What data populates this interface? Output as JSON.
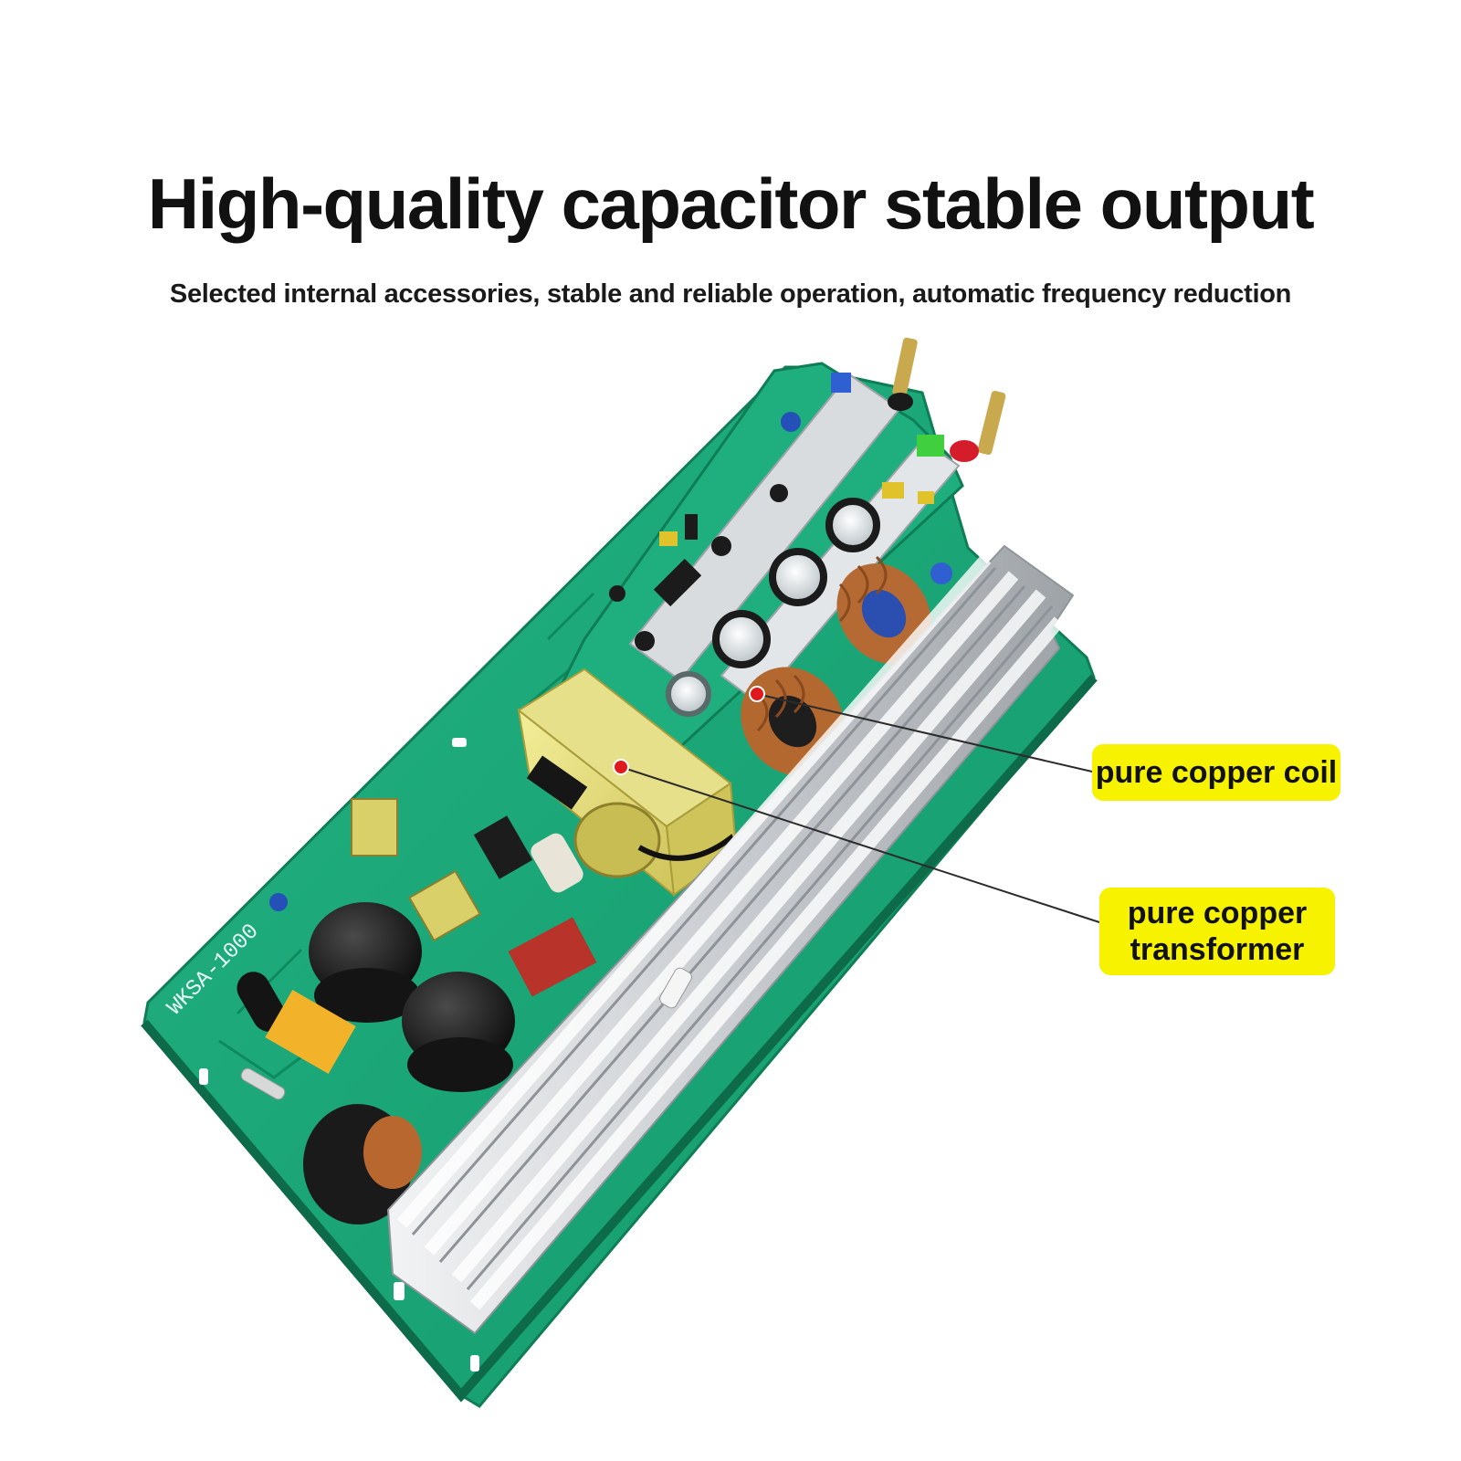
{
  "header": {
    "title": "High-quality capacitor stable output",
    "subtitle": "Selected internal accessories, stable and reliable operation, automatic frequency reduction"
  },
  "product": {
    "board_marking": "WKSA-1000"
  },
  "callouts": {
    "coil": {
      "label": "pure copper coil"
    },
    "transformer": {
      "line1": "pure copper",
      "line2": "transformer"
    }
  },
  "colors": {
    "pcb_green": "#1aa878",
    "callout_yellow": "#f7f300",
    "marker_red": "#e0191d",
    "heatsink_silver": "#d4d7da"
  }
}
